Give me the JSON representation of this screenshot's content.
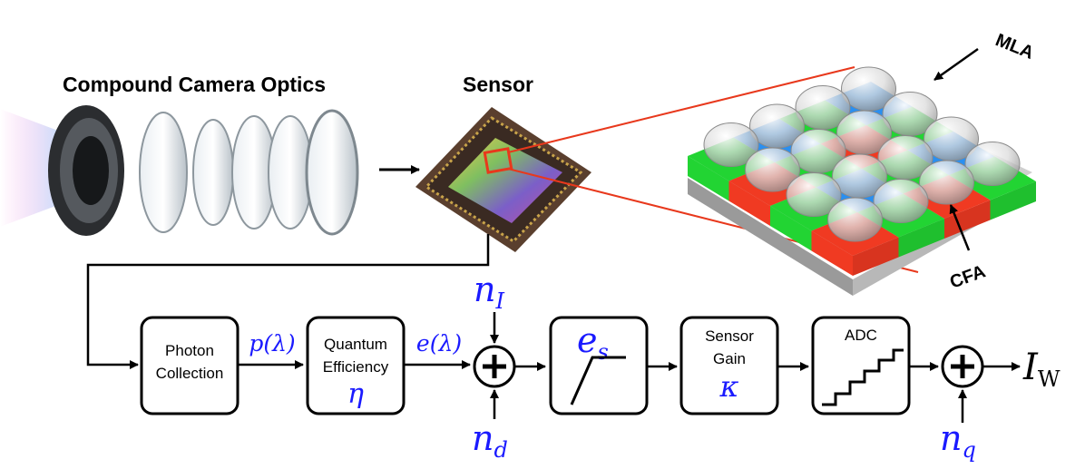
{
  "top": {
    "optics_label": "Compound Camera Optics",
    "sensor_label": "Sensor",
    "mla_label": "MLA",
    "cfa_label": "CFA"
  },
  "pipeline": {
    "photon_collection": [
      "Photon",
      "Collection"
    ],
    "quantum_efficiency": [
      "Quantum",
      "Efficiency"
    ],
    "quantum_efficiency_symbol": "η",
    "saturation_symbol": "e",
    "saturation_sub": "s",
    "sensor_gain": [
      "Sensor",
      "Gain"
    ],
    "sensor_gain_symbol": "κ",
    "adc_label": "ADC",
    "p_lambda": "p(λ)",
    "e_lambda": "e(λ)",
    "n_I": "n",
    "n_I_sub": "I",
    "n_d": "n",
    "n_d_sub": "d",
    "n_q": "n",
    "n_q_sub": "q",
    "output": "I",
    "output_sub": "W"
  },
  "colors": {
    "accent_blue": "#1a1aff",
    "laser_red": "#e8381c",
    "cfa_red": "#f03a22",
    "cfa_green": "#22d433",
    "cfa_blue": "#2a8ff0"
  }
}
